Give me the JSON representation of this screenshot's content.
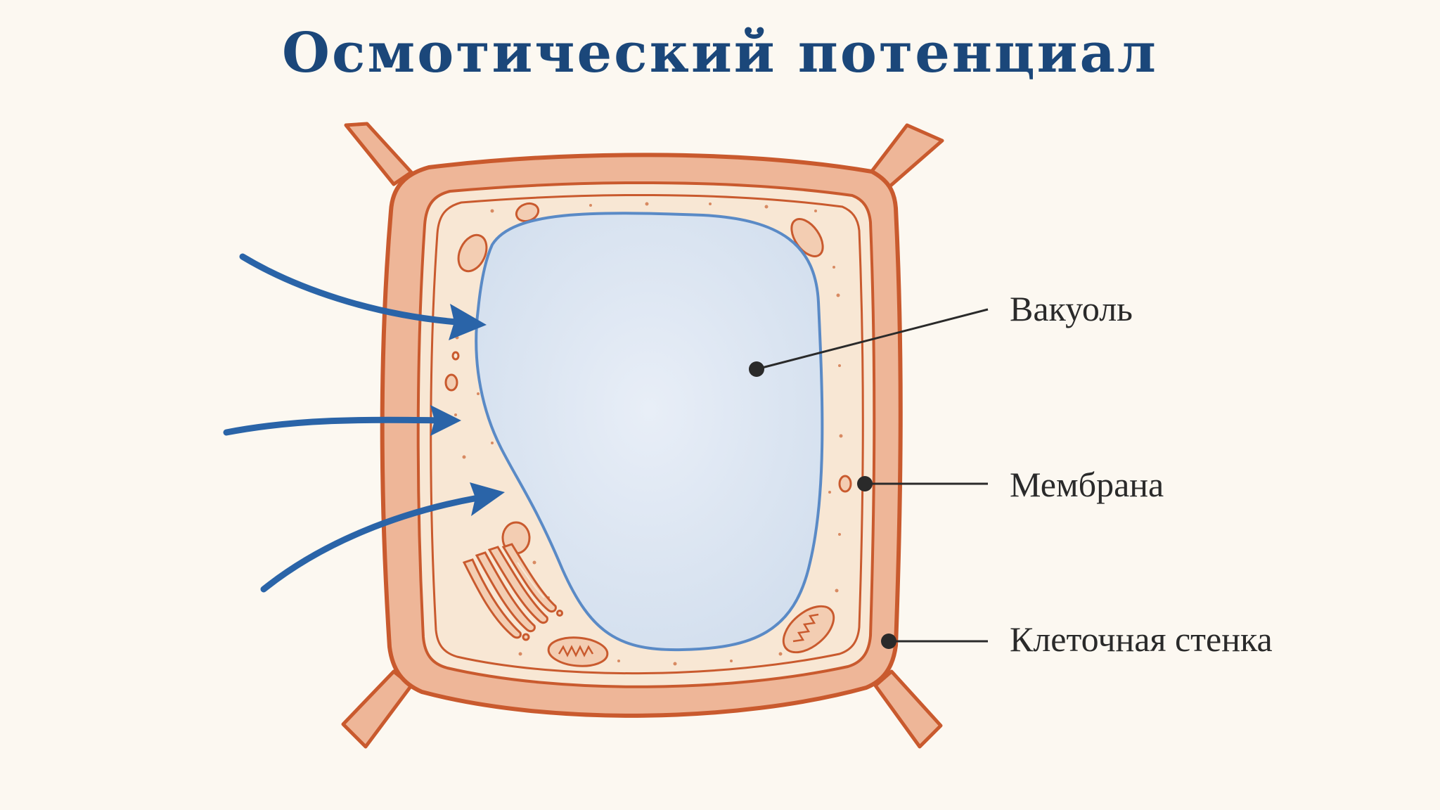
{
  "title": "Осмотический потенциал",
  "labels": {
    "vacuole": "Вакуоль",
    "membrane": "Мембрана",
    "cell_wall": "Клеточная стенка"
  },
  "colors": {
    "background": "#fcf8f1",
    "title": "#1b477a",
    "cell_wall_fill": "#eeb698",
    "cell_wall_stroke": "#c95a2e",
    "cytoplasm": "#f8e7d4",
    "vacuole_fill": "#dde6f2",
    "vacuole_stroke": "#5a8ac6",
    "arrow": "#2a64a8",
    "leader_line": "#2a2a2a"
  }
}
